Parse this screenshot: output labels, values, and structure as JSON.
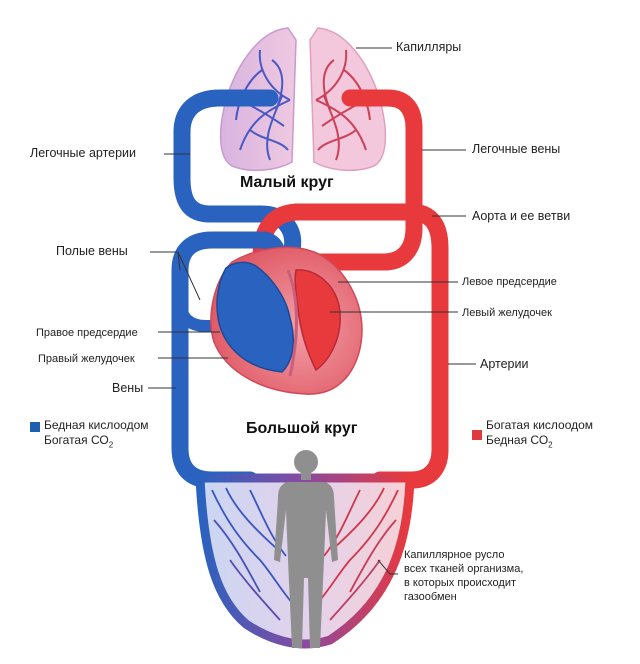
{
  "labels": {
    "capillaries": "Капилляры",
    "pulmonary_arteries": "Легочные артерии",
    "pulmonary_veins": "Легочные вены",
    "small_circle": "Малый круг",
    "aorta": "Аорта и ее ветви",
    "vena_cava": "Полые вены",
    "left_atrium": "Левое предсердие",
    "left_ventricle": "Левый желудочек",
    "right_atrium": "Правое предсердие",
    "right_ventricle": "Правый желудочек",
    "veins": "Вены",
    "arteries": "Артерии",
    "big_circle": "Большой круг",
    "capillary_bed": [
      "Капиллярное русло",
      "всех тканей организма,",
      "в которых происходит",
      "газообмен"
    ]
  },
  "legend": {
    "blue": {
      "line1": "Бедная кислоодом",
      "line2_prefix": "Богатая СО",
      "line2_sub": "2",
      "color": "#1f5fb0"
    },
    "red": {
      "line1": "Богатая кислоодом",
      "line2_prefix": "Бедная СО",
      "line2_sub": "2",
      "color": "#e03a3e"
    }
  },
  "colors": {
    "blood_poor": "#2a62c0",
    "blood_rich": "#e8393d",
    "lung_fill": "#f0c4dc",
    "body": "#8f8f8f"
  }
}
